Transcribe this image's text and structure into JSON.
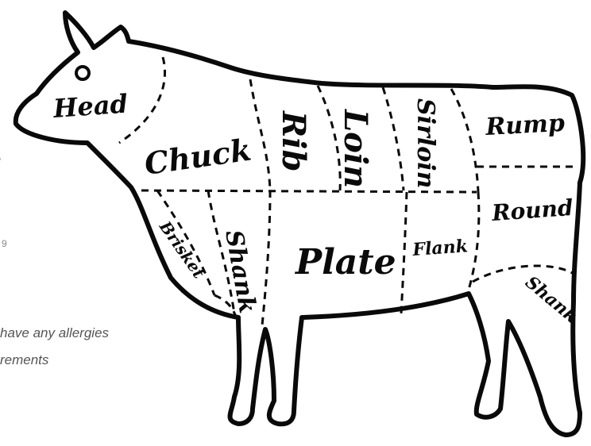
{
  "background": {
    "fragment_number": "9",
    "fragment_icon": "partial-circle-icon",
    "note_line1": "have any allergies",
    "note_line2": "rements"
  },
  "diagram": {
    "labels": {
      "head": "Head",
      "chuck": "Chuck",
      "rib": "Rib",
      "loin": "Loin",
      "sirloin": "Sirloin",
      "rump": "Rump",
      "round": "Round",
      "brisket": "Brisket",
      "shank_front": "Shank",
      "plate": "Plate",
      "flank": "Flank",
      "shank_rear": "Shank"
    },
    "colors": {
      "line": "#0a0a0a",
      "fill": "#ffffff",
      "text_gray": "#555555"
    }
  }
}
